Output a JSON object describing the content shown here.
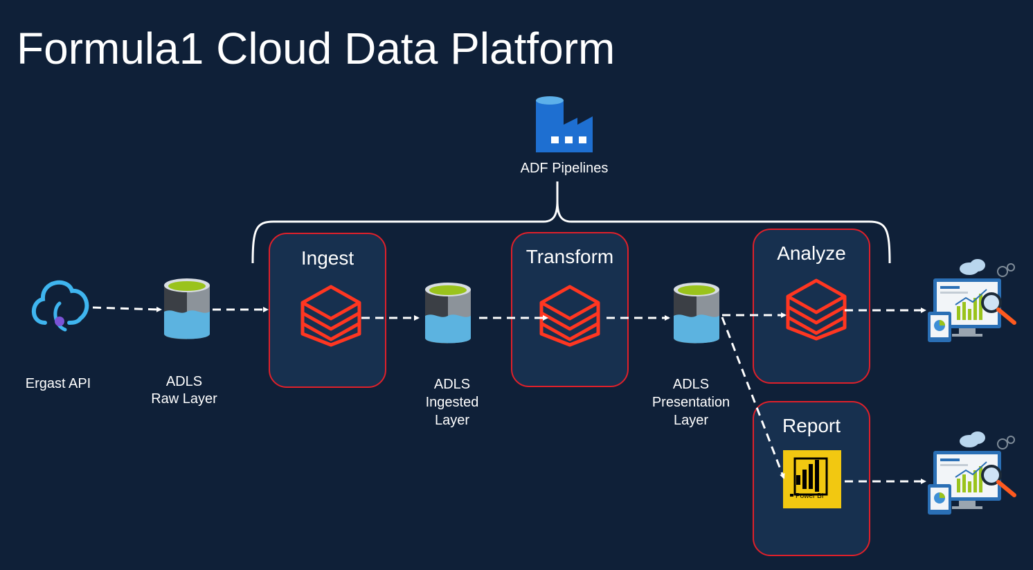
{
  "slide": {
    "title": "Formula1 Cloud Data Platform"
  },
  "orchestrator": {
    "label": "ADF Pipelines",
    "icon": "data-factory-icon"
  },
  "sources": [
    {
      "label": "Ergast API",
      "icon": "cloud-api-icon"
    }
  ],
  "storage": [
    {
      "line1": "ADLS",
      "line2": "Raw Layer",
      "icon": "storage-bucket-icon"
    },
    {
      "line1": "ADLS",
      "line2": "Ingested",
      "line3": "Layer",
      "icon": "storage-bucket-icon"
    },
    {
      "line1": "ADLS",
      "line2": "Presentation",
      "line3": "Layer",
      "icon": "storage-bucket-icon"
    }
  ],
  "stages": {
    "ingest": {
      "label": "Ingest",
      "icon": "databricks-icon"
    },
    "transform": {
      "label": "Transform",
      "icon": "databricks-icon"
    },
    "analyze": {
      "label": "Analyze",
      "icon": "databricks-icon"
    },
    "report": {
      "label": "Report",
      "icon": "power-bi-icon",
      "tool_label": "Power BI"
    }
  },
  "outputs": [
    {
      "icon": "dashboard-analytics-icon"
    },
    {
      "icon": "dashboard-analytics-icon"
    }
  ],
  "colors": {
    "background": "#0f2038",
    "box_border": "#e0202a",
    "databricks": "#ff3621",
    "power_bi": "#f2c811",
    "storage_top": "#9ac31c",
    "storage_water": "#5cb3e0",
    "factory": "#1e6fd1"
  }
}
